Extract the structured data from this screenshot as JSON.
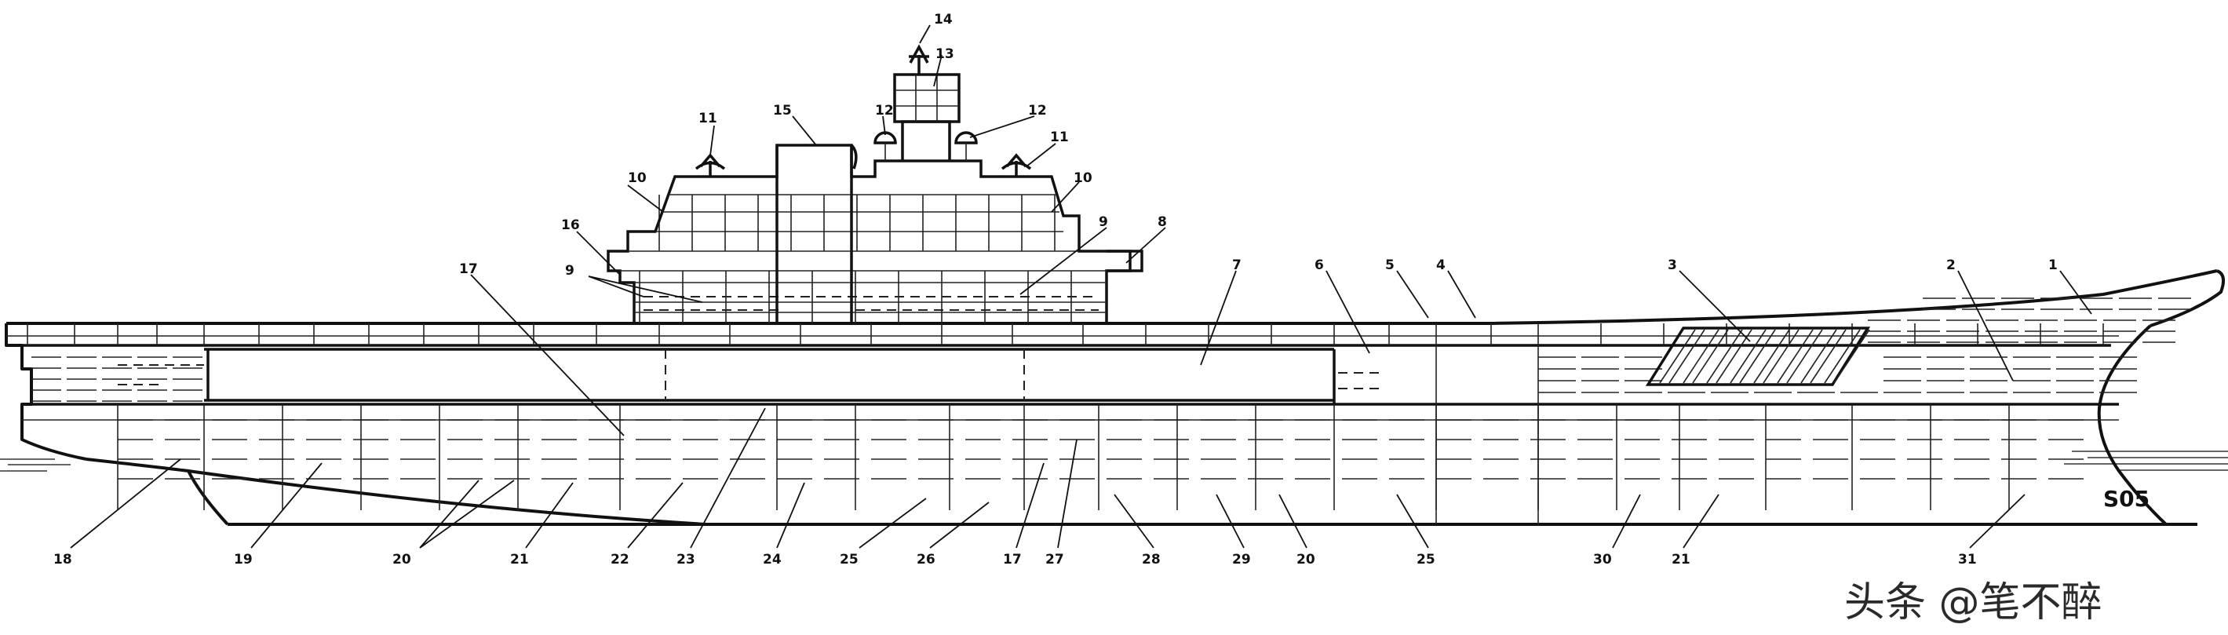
{
  "diagram": {
    "image_code": "S05",
    "watermark": "头条 @笔不醉"
  },
  "callouts": [
    {
      "id": "c1",
      "text": "1"
    },
    {
      "id": "c2",
      "text": "2"
    },
    {
      "id": "c3",
      "text": "3"
    },
    {
      "id": "c4",
      "text": "4"
    },
    {
      "id": "c5",
      "text": "5"
    },
    {
      "id": "c6",
      "text": "6"
    },
    {
      "id": "c7",
      "text": "7"
    },
    {
      "id": "c8",
      "text": "8"
    },
    {
      "id": "c9a",
      "text": "9"
    },
    {
      "id": "c9b",
      "text": "9"
    },
    {
      "id": "c10a",
      "text": "10"
    },
    {
      "id": "c10b",
      "text": "10"
    },
    {
      "id": "c11a",
      "text": "11"
    },
    {
      "id": "c11b",
      "text": "11"
    },
    {
      "id": "c12a",
      "text": "12"
    },
    {
      "id": "c12b",
      "text": "12"
    },
    {
      "id": "c13",
      "text": "13"
    },
    {
      "id": "c14",
      "text": "14"
    },
    {
      "id": "c15",
      "text": "15"
    },
    {
      "id": "c16",
      "text": "16"
    },
    {
      "id": "c17a",
      "text": "17"
    },
    {
      "id": "c18",
      "text": "18"
    },
    {
      "id": "c19",
      "text": "19"
    },
    {
      "id": "c20a",
      "text": "20"
    },
    {
      "id": "c21a",
      "text": "21"
    },
    {
      "id": "c22",
      "text": "22"
    },
    {
      "id": "c23",
      "text": "23"
    },
    {
      "id": "c24",
      "text": "24"
    },
    {
      "id": "c25a",
      "text": "25"
    },
    {
      "id": "c26",
      "text": "26"
    },
    {
      "id": "c17b",
      "text": "17"
    },
    {
      "id": "c27",
      "text": "27"
    },
    {
      "id": "c28",
      "text": "28"
    },
    {
      "id": "c29",
      "text": "29"
    },
    {
      "id": "c20b",
      "text": "20"
    },
    {
      "id": "c25b",
      "text": "25"
    },
    {
      "id": "c30",
      "text": "30"
    },
    {
      "id": "c21b",
      "text": "21"
    },
    {
      "id": "c31",
      "text": "31"
    }
  ]
}
